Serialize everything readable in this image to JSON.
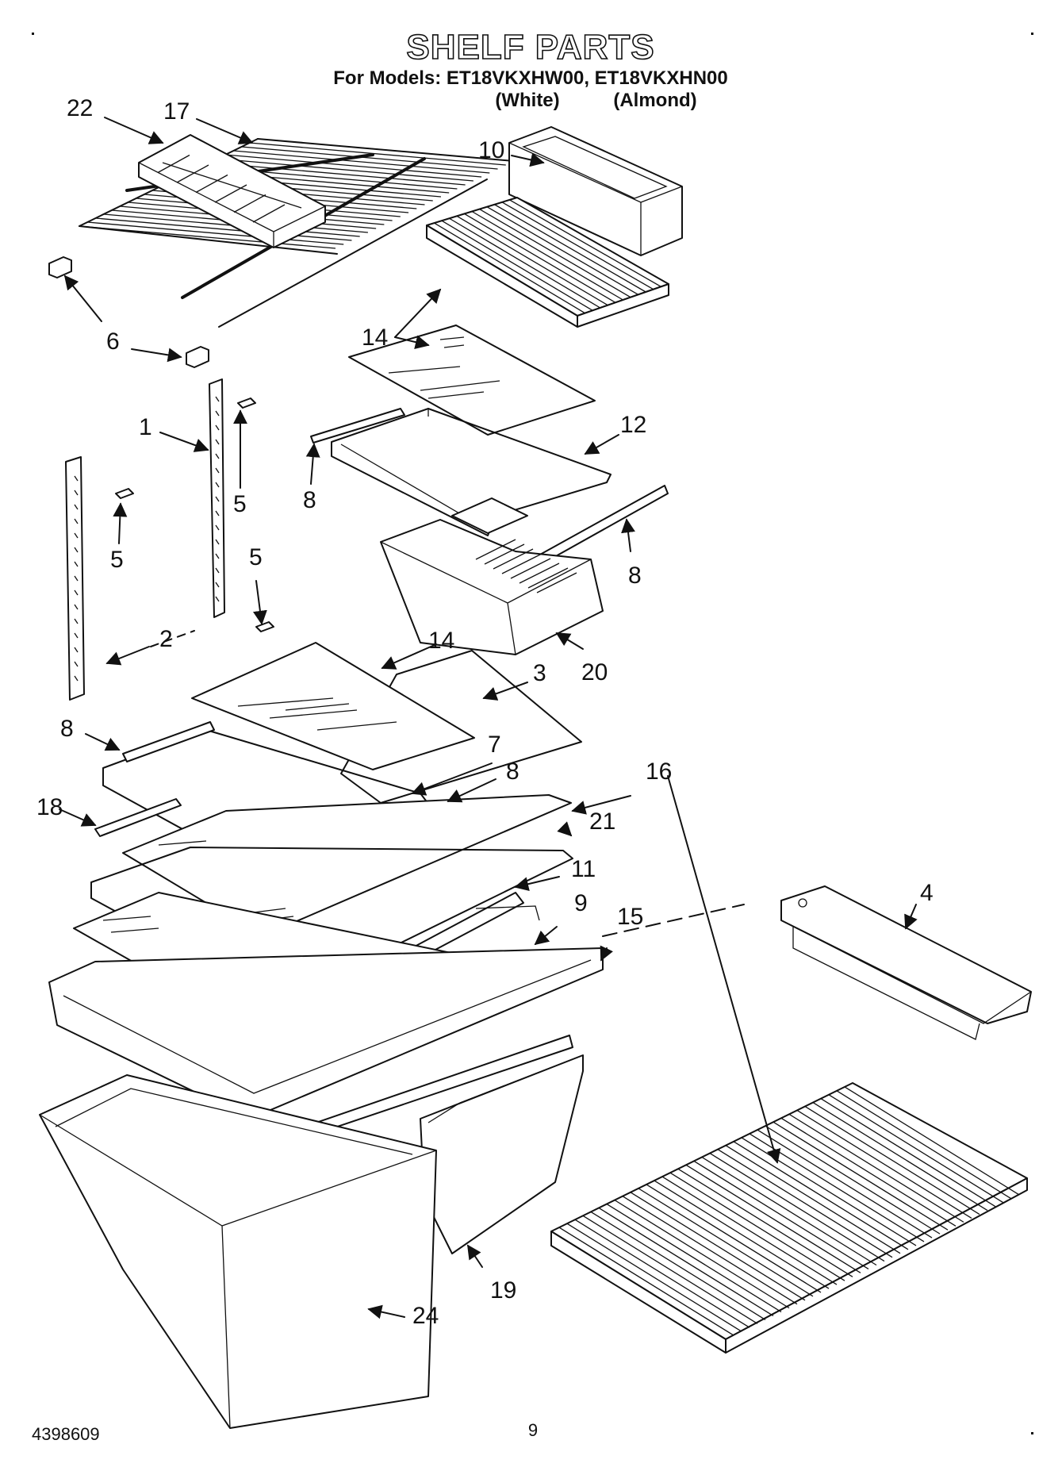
{
  "header": {
    "title": "SHELF PARTS",
    "models_line": "For Models: ET18VKXHW00, ET18VKXHN00",
    "color_white": "(White)",
    "color_almond": "(Almond)"
  },
  "callouts": [
    "22",
    "17",
    "10",
    "6",
    "14",
    "12",
    "1",
    "5",
    "8",
    "5",
    "5",
    "8",
    "2",
    "14",
    "20",
    "3",
    "7",
    "8",
    "8",
    "16",
    "18",
    "21",
    "11",
    "9",
    "15",
    "4",
    "19",
    "24"
  ],
  "footer": {
    "doc_number": "4398609",
    "page_number": "9"
  }
}
